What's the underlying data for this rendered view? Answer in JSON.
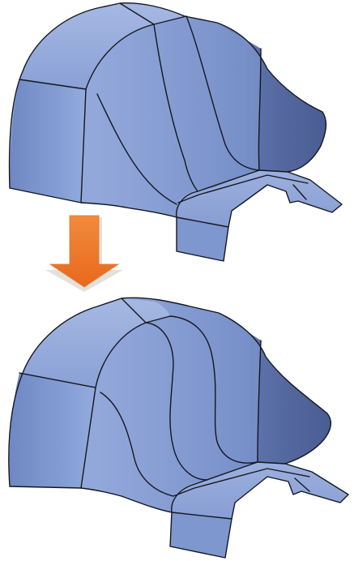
{
  "figure": {
    "kind": "surface-edit-before-after",
    "colors": {
      "background": "#ffffff",
      "surface_light": "#a9b9e2",
      "surface_mid": "#7e96cd",
      "surface_dark": "#4c5e92",
      "edge": "#14171f",
      "arrow": "#ef7a2c",
      "arrow_shadow": "#c9c3b8"
    },
    "panels": [
      {
        "id": "before",
        "label": ""
      },
      {
        "id": "after",
        "label": ""
      }
    ],
    "arrow": {
      "direction": "down",
      "icon": "down-arrow-icon"
    }
  }
}
